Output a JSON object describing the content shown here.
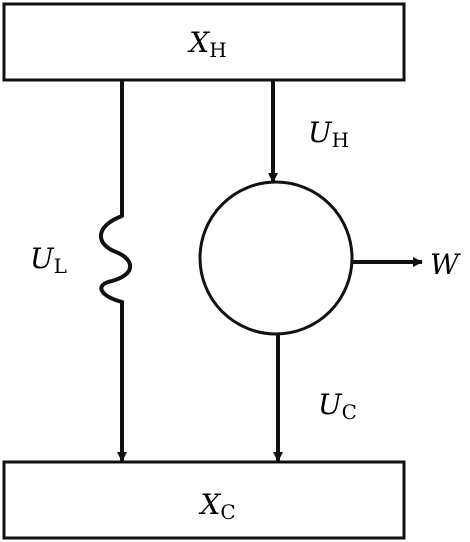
{
  "reservoirs": {
    "hot": {
      "symbol": "X",
      "subscript": "H"
    },
    "cold": {
      "symbol": "X",
      "subscript": "C"
    }
  },
  "flows": {
    "heat_in": {
      "symbol": "U",
      "subscript": "H"
    },
    "heat_leak": {
      "symbol": "U",
      "subscript": "L"
    },
    "heat_out": {
      "symbol": "U",
      "subscript": "C"
    },
    "work": {
      "symbol": "W"
    }
  },
  "colors": {
    "stroke": "#111111",
    "fill": "#ffffff"
  }
}
